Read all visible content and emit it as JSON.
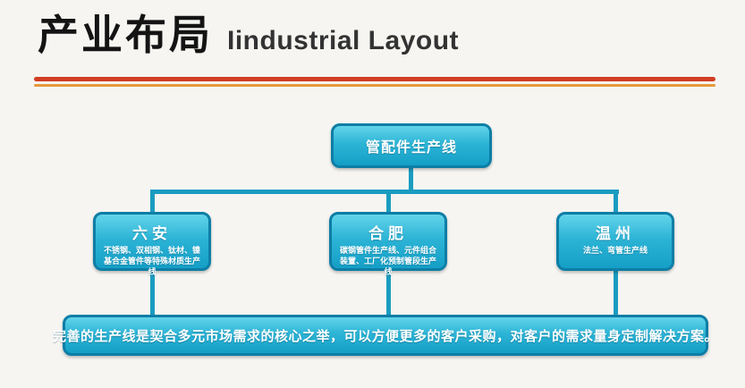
{
  "title": {
    "zh": "产业布局",
    "en": "Iindustrial Layout"
  },
  "colors": {
    "box_fill": "#2cb4d6",
    "box_border": "#0d7ea6",
    "connector": "#1a9cc0",
    "divider_red": "#d23d22",
    "divider_orange": "#e59a3c",
    "title_text": "#141414",
    "box_text": "#ffffff"
  },
  "chart": {
    "root": "管配件生产线",
    "children": [
      {
        "name": "六安",
        "desc": "不锈钢、双相钢、钛材、镍基合金管件等特殊材质生产线"
      },
      {
        "name": "合肥",
        "desc": "碳钢管件生产线、元件组合装置、工厂化预制管段生产线"
      },
      {
        "name": "温州",
        "desc": "法兰、弯管生产线"
      }
    ],
    "footer": "完善的生产线是契合多元市场需求的核心之举，可以方便更多的客户采购，对客户的需求量身定制解决方案。"
  }
}
